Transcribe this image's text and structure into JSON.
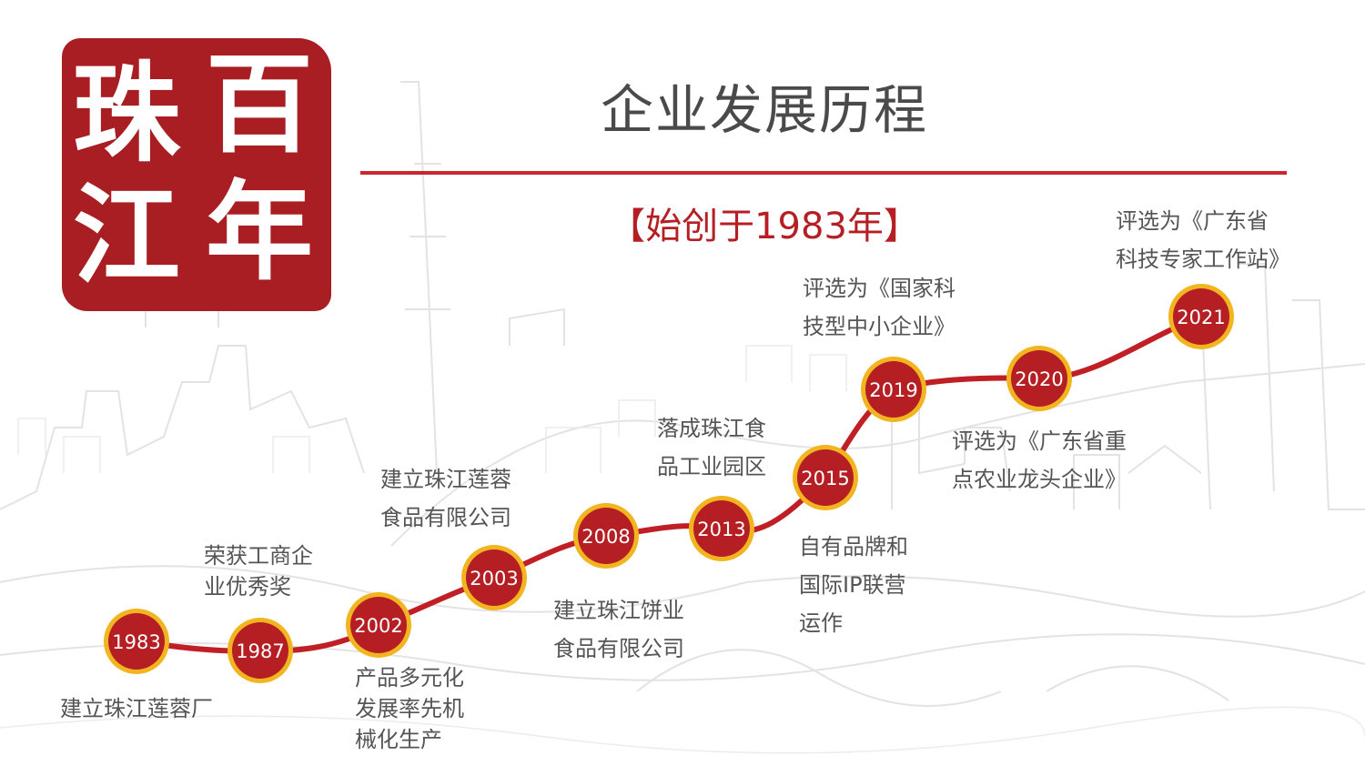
{
  "logo": {
    "chars": [
      "珠",
      "百",
      "江",
      "年"
    ]
  },
  "title": "企业发展历程",
  "subtitle": "【始创于1983年】",
  "colors": {
    "brand_red": "#b51f24",
    "node_ring": "#f2b51f",
    "track": "#c01f25",
    "title_gray": "#4a4a4a"
  },
  "milestones": [
    {
      "year": "1983",
      "lines": [
        "建立珠江莲蓉厂"
      ]
    },
    {
      "year": "1987",
      "lines": [
        "荣获工商企",
        "业优秀奖"
      ]
    },
    {
      "year": "2002",
      "lines": [
        "产品多元化",
        "发展率先机",
        "械化生产"
      ]
    },
    {
      "year": "2003",
      "lines": [
        "建立珠江莲蓉",
        "食品有限公司"
      ]
    },
    {
      "year": "2008",
      "lines": [
        "建立珠江饼业",
        "食品有限公司"
      ]
    },
    {
      "year": "2013",
      "lines": [
        "落成珠江食",
        "品工业园区"
      ]
    },
    {
      "year": "2015",
      "lines": [
        "自有品牌和",
        "国际IP联营",
        "运作"
      ]
    },
    {
      "year": "2019",
      "lines": [
        "评选为《国家科",
        "技型中小企业》"
      ]
    },
    {
      "year": "2020",
      "lines": [
        "评选为《广东省重",
        "点农业龙头企业》"
      ]
    },
    {
      "year": "2021",
      "lines": [
        "评选为《广东省",
        "科技专家工作站》"
      ]
    }
  ]
}
